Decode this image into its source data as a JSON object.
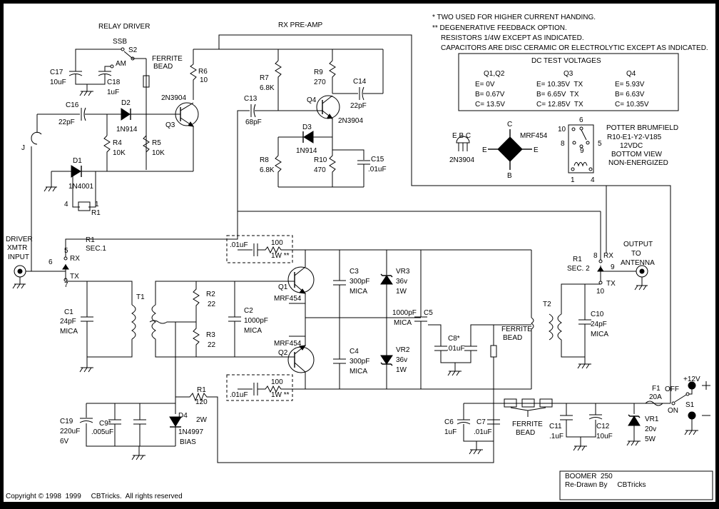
{
  "notes": [
    "*  TWO USED FOR HIGHER CURRENT HANDING.",
    "** DEGENERATIVE FEEDBACK OPTION.",
    "RESISTORS 1/4W EXCEPT AS INDICATED.",
    "CAPACITORS ARE DISC CERAMIC OR ELECTROLYTIC EXCEPT AS INDICATED."
  ],
  "section_titles": {
    "relay_driver": "RELAY DRIVER",
    "rx_preamp": "RX PRE-AMP"
  },
  "dc_table": {
    "title": "DC TEST VOLTAGES",
    "headers": [
      "Q1,Q2",
      "Q3",
      "Q4"
    ],
    "rows": [
      [
        "E= 0V",
        "E= 10.35V  TX",
        "E= 5.93V"
      ],
      [
        "B= 0.67V",
        "B= 6.65V  TX",
        "B= 6.63V"
      ],
      [
        "C= 13.5V",
        "C= 12.85V  TX",
        "C= 10.35V"
      ]
    ]
  },
  "relay_info": [
    "POTTER BRUMFIELD",
    "R10-E1-Y2-V185",
    "12VDC",
    "BOTTOM VIEW",
    "NON-ENERGIZED"
  ],
  "relay_pins": [
    "6",
    "10",
    "8",
    "9",
    "5",
    "1",
    "4"
  ],
  "pinouts": {
    "small": "E B C",
    "small_part": "2N3904",
    "power_part": "MRF454"
  },
  "labels": {
    "ssb": "SSB",
    "s2": "S2",
    "am": "AM",
    "c17": "C17",
    "c17v": "10uF",
    "c18": "C18",
    "c18v": "1uF",
    "ferrite_top": "FERRITE",
    "bead_top": "BEAD",
    "r6": "R6",
    "r6v": "10",
    "q3p": "2N3904",
    "q3": "Q3",
    "c16": "C16",
    "c16v": "22pF",
    "d2": "D2",
    "d2v": "1N914",
    "r4": "R4",
    "r4v": "10K",
    "r5": "R5",
    "r5v": "10K",
    "j": "J",
    "d1": "D1",
    "d1v": "1N4001",
    "r1pin4": "4",
    "r1pin1": "1",
    "r1": "R1",
    "r7": "R7",
    "r7v": "6.8K",
    "r9": "R9",
    "r9v": "270",
    "c14": "C14",
    "c14v": "22pF",
    "c13": "C13",
    "c13v": "68pF",
    "q4": "Q4",
    "q4p": "2N3904",
    "d3": "D3",
    "d3v": "1N914",
    "r8": "R8",
    "r8v": "6.8K",
    "r10": "R10",
    "r10v": "470",
    "c15": "C15",
    "c15v": ".01uF",
    "driver1": "DRIVER",
    "driver2": "XMTR",
    "driver3": "INPUT",
    "r1s1": "R1",
    "r1s1b": "SEC.1",
    "p5": "5",
    "rx1": "RX",
    "p6": "6",
    "tx1": "TX",
    "p7": "7",
    "fb_c": ".01uF",
    "fb_r": "100",
    "fb_w": "1W **",
    "fb2_c": ".01uF",
    "fb2_r": "100",
    "fb2_w": "1W **",
    "q1": "Q1",
    "q1p": "MRF454",
    "q2p": "MRF454",
    "q2": "Q2",
    "c1": "C1",
    "c1v": "24pF",
    "c1m": "MICA",
    "t1": "T1",
    "r2": "R2",
    "r2v": "22",
    "r3": "R3",
    "r3v": "22",
    "c2": "C2",
    "c2v": "1000pF",
    "c2m": "MICA",
    "c3": "C3",
    "c3v": "300pF",
    "c3m": "MICA",
    "c4": "C4",
    "c4v": "300pF",
    "c4m": "MICA",
    "vr3": "VR3",
    "vr3v": "36v",
    "vr3w": "1W",
    "vr2": "VR2",
    "vr2v": "36v",
    "vr2w": "1W",
    "c5v": "1000pF",
    "c5": "C5",
    "c5m": "MICA",
    "c8": "C8*",
    "c8v": ".01uF",
    "fer2": "FERRITE",
    "bead2": "BEAD",
    "t2": "T2",
    "c10": "C10",
    "c10v": "24pF",
    "c10m": "MICA",
    "r1s2": "R1",
    "r1s2b": "SEC. 2",
    "p8": "8",
    "rx2": "RX",
    "p9": "9",
    "tx2": "TX",
    "p10": "10",
    "out1": "OUTPUT",
    "out2": "TO",
    "out3": "ANTENNA",
    "r1b": "R1",
    "r1bv": "120",
    "r1bw": "2W",
    "c19": "C19",
    "c19v": "220uF",
    "c19w": "6V",
    "c9": "C9*",
    "c9v": ".005uF",
    "d4": "D4",
    "d4v": "1N4997",
    "d4b": "BIAS",
    "c6": "C6",
    "c6v": "1uF",
    "c7": "C7",
    "c7v": ".01uF",
    "fer3": "FERRITE",
    "bead3": "BEAD",
    "c11": "C11",
    "c11v": ".1uF",
    "c12": "C12",
    "c12v": "10uF",
    "f1": "F1",
    "f1v": "20A",
    "off": "OFF",
    "on": "ON",
    "s1": "S1",
    "plus12": "+12V",
    "vr1": "VR1",
    "vr1v": "20v",
    "vr1w": "5W",
    "tc": "C",
    "tb": "B",
    "te1": "E",
    "te2": "E"
  },
  "title_block": {
    "title": "BOOMER  250",
    "sub": "Re-Drawn By     CBTricks"
  },
  "copyright": "Copyright © 1998  1999     CBTricks.  All rights reserved"
}
